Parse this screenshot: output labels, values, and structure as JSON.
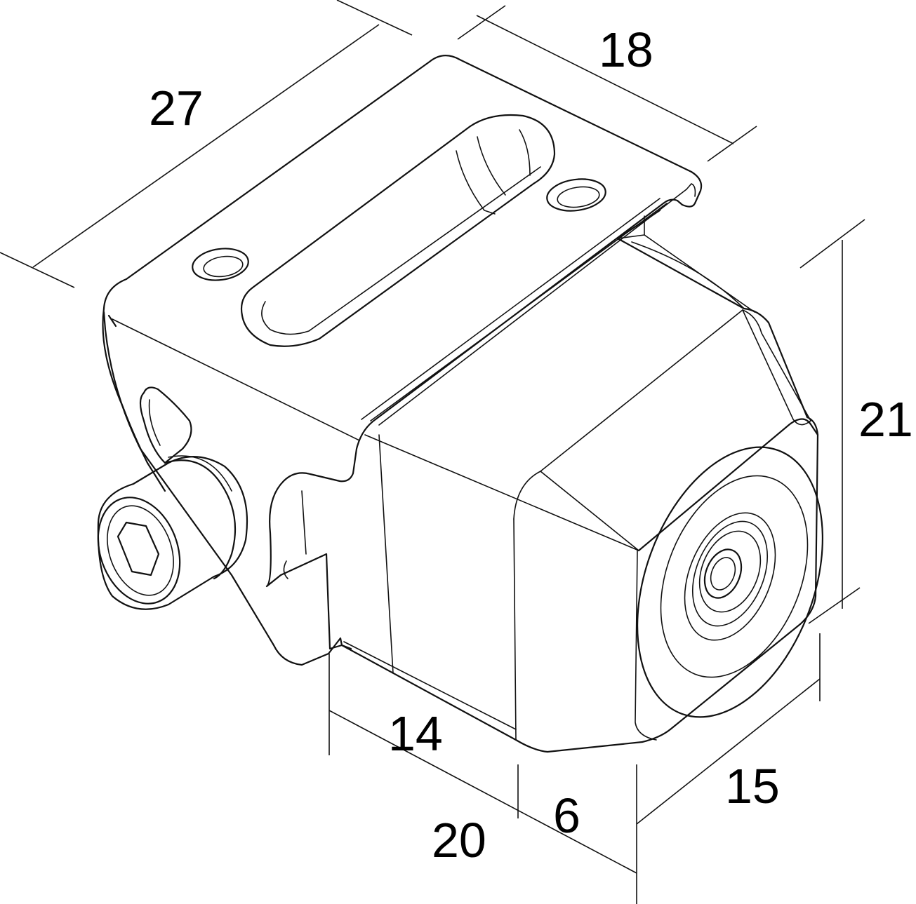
{
  "dimensions": {
    "depth_total": "27",
    "bracket_width": "18",
    "height": "21",
    "housing_length": "14",
    "overall_length": "20",
    "lens_offset": "6",
    "lens_width": "15"
  }
}
